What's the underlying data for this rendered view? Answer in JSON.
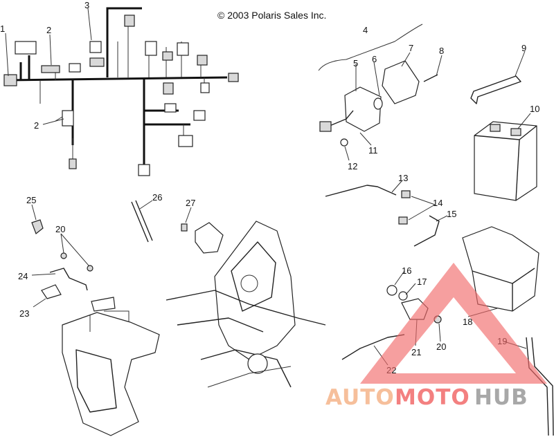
{
  "copyright": "© 2003 Polaris Sales Inc.",
  "watermark": {
    "auto": "AUTO",
    "moto": "MOTO",
    "hub": "HUB",
    "color_auto": "#f5b58a",
    "color_moto": "#f26a6a",
    "color_hub": "#9a9a9a",
    "triangle_color": "#f26a6a"
  },
  "callouts": [
    "1",
    "2",
    "3",
    "2",
    "4",
    "5",
    "6",
    "7",
    "8",
    "9",
    "10",
    "11",
    "12",
    "13",
    "14",
    "15",
    "16",
    "17",
    "18",
    "19",
    "20",
    "21",
    "22",
    "23",
    "24",
    "25",
    "20",
    "26",
    "27"
  ]
}
